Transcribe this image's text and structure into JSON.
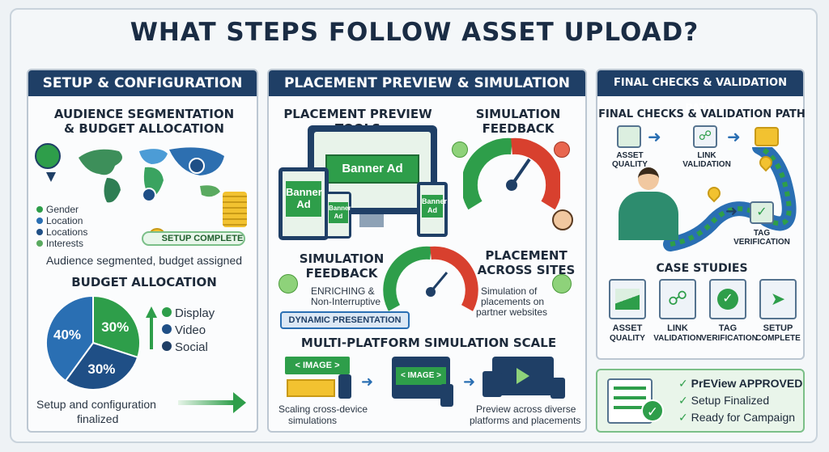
{
  "title": "WHAT STEPS FOLLOW ASSET UPLOAD?",
  "panels": {
    "setup": {
      "header": "SETUP & CONFIGURATION",
      "subtitle_line1": "AUDIENCE SEGMENTATION",
      "subtitle_line2": "& BUDGET ALLOCATION",
      "legend": [
        "Gender",
        "Location",
        "Locations",
        "Interests"
      ],
      "setup_badge": "SETUP COMPLETE",
      "segmented_text": "Audience segmented, budget assigned",
      "budget_title": "BUDGET ALLOCATION",
      "budget_legend": [
        "Display",
        "Video",
        "Social"
      ],
      "finalized_line1": "Setup and configuration",
      "finalized_line2": "finalized"
    },
    "placement": {
      "header": "PLACEMENT PREVIEW & SIMULATION",
      "tools_title": "PLACEMENT PREVIEW TOOLS",
      "sim_feedback_title_line1": "SIMULATION",
      "sim_feedback_title_line2": "FEEDBACK",
      "banner_large": "Banner Ad",
      "banner_tablet_line1": "Banner",
      "banner_tablet_line2": "Ad",
      "banner_phone_line1": "Banner",
      "banner_phone_line2": "Ad",
      "banner_right_line1": "Banner",
      "banner_right_line2": "Ad",
      "sim_feedback2_line1": "SIMULATION",
      "sim_feedback2_line2": "FEEDBACK",
      "enriching_line1": "ENRICHING &",
      "enriching_line2": "Non-Interruptive",
      "dynamic": "DYNAMIC PRESENTATION",
      "across_line1": "PLACEMENT",
      "across_line2": "ACROSS SITES",
      "across_desc_line1": "Simulation of",
      "across_desc_line2": "placements on",
      "across_desc_line3": "partner websites",
      "scale_title": "MULTI-PLATFORM SIMULATION SCALE",
      "image_tag1": "< IMAGE >",
      "image_tag2": "< IMAGE >",
      "scaling_line1": "Scaling cross-device",
      "scaling_line2": "simulations",
      "preview_line1": "Preview across diverse",
      "preview_line2": "platforms and placements"
    },
    "final": {
      "header": "FINAL CHECKS & VALIDATION PATH",
      "path_title": "FINAL CHECKS & VALIDATION PATH",
      "asset_line1": "ASSET",
      "asset_line2": "QUALITY",
      "link_line1": "LINK",
      "link_line2": "VALIDATION",
      "tag_line1": "TAG",
      "tag_line2": "VERIFICATION",
      "case_title": "CASE STUDIES",
      "cases": [
        {
          "l1": "ASSET",
          "l2": "QUALITY"
        },
        {
          "l1": "LINK",
          "l2": "VALIDATION"
        },
        {
          "l1": "TAG",
          "l2": "VERIFICATION"
        },
        {
          "l1": "SETUP",
          "l2": "COMPLETE"
        }
      ]
    },
    "approved": {
      "lines": [
        "PrEView APPROVED",
        "Setup Finalized",
        "Ready for Campaign"
      ]
    }
  },
  "chart_data": {
    "type": "pie",
    "categories": [
      "Display",
      "Video",
      "Social"
    ],
    "values": [
      30,
      30,
      40
    ],
    "labels": [
      "30%",
      "30%",
      "40%"
    ]
  },
  "colors": {
    "navy": "#1f3f66",
    "green": "#2e9e4a",
    "blue": "#2a6fb3",
    "dark_blue": "#1f4f86",
    "red": "#d8402e",
    "yellow": "#f2c230"
  }
}
